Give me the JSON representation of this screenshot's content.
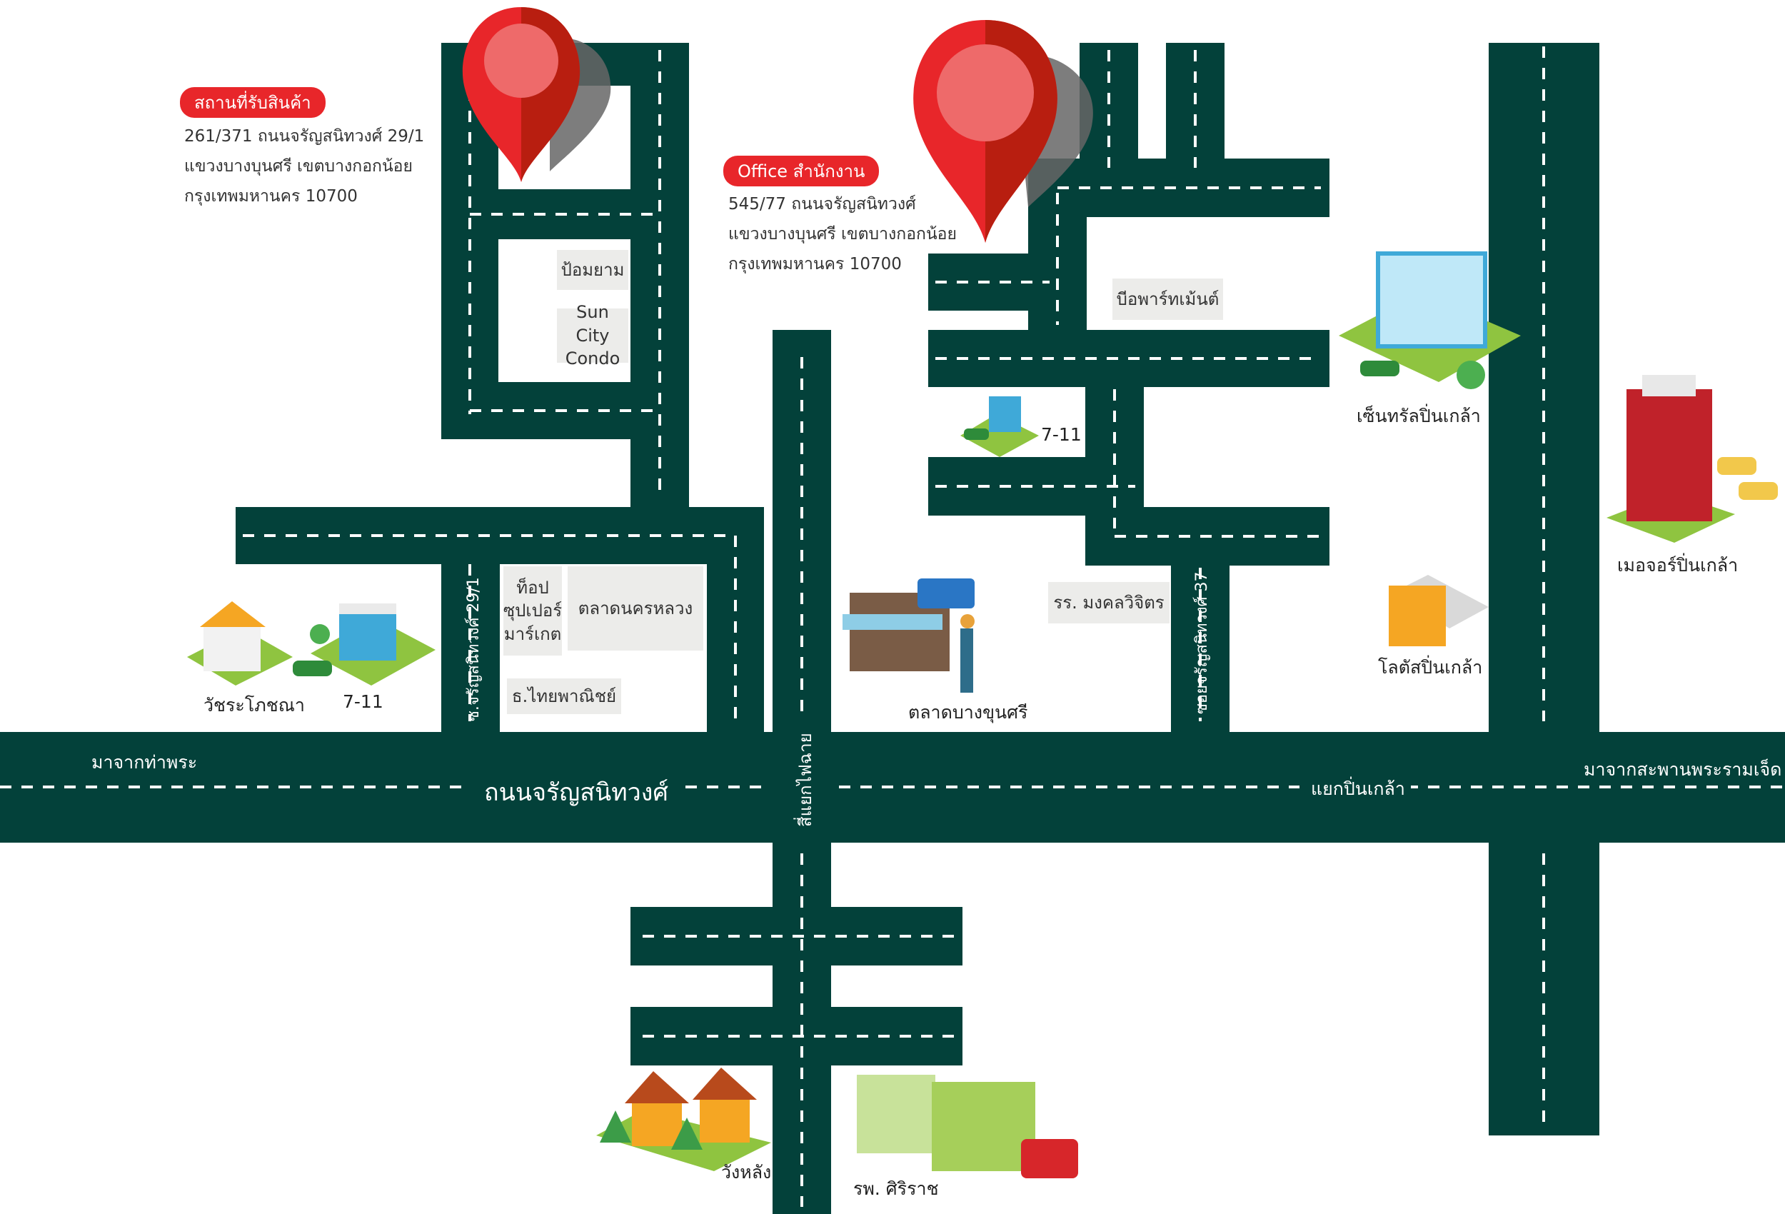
{
  "pickup": {
    "badge": "สถานที่รับสินค้า",
    "line1": "261/371  ถนนจรัญสนิทวงศ์ 29/1",
    "line2": "แขวงบางบุนศรี  เขตบางกอกน้อย",
    "line3": "กรุงเทพมหานคร  10700"
  },
  "office": {
    "badge": "Office สำนักงาน",
    "line1": "545/77  ถนนจรัญสนิทวงศ์",
    "line2": "แขวงบางบุนศรี  เขตบางกอกน้อย",
    "line3": "กรุงเทพมหานคร  10700"
  },
  "places": {
    "pom_ya": "ป้อมยาม",
    "suncity": "Sun City Condo",
    "top_super": "ท็อป ซุปเปอร์ มาร์เกต",
    "talad_nakhon": "ตลาดนครหลวง",
    "thai_panich": "ธ.ไทยพาณิชย์",
    "b_apartment": "บีอพาร์ทเม้นต์",
    "mongkol": "รร. มงคลวิจิตร"
  },
  "landmarks": {
    "watchara": "วัชระโภชณา",
    "seven_left": "7-11",
    "seven_mid": "7-11",
    "talad_bang": "ตลาดบางขุนศรี",
    "central": "เซ็นทรัลปิ่นเกล้า",
    "major": "เมอจอร์ปิ่นเกล้า",
    "lotus": "โลตัสปิ่นเกล้า",
    "wanglang": "วังหลัง",
    "siriraj": "รพ. ศิริราช"
  },
  "roads": {
    "main": "ถนนจรัญสนิทวงศ์",
    "from_left": "มาจากท่าพระ",
    "from_right": "มาจากสะพานพระรามเจ็ด",
    "pinklao": "แยกปิ่นเกล้า",
    "soi291": "ซ.จรัญสนิทวงศ์ 29/1",
    "soi37": "ซอยจรัญสนิทวงศ์ 37",
    "fai_chai": "สี่แยกไฟฉาย"
  },
  "colors": {
    "road": "#03413a",
    "pin": "#e8262a",
    "badge": "#e8262a"
  }
}
